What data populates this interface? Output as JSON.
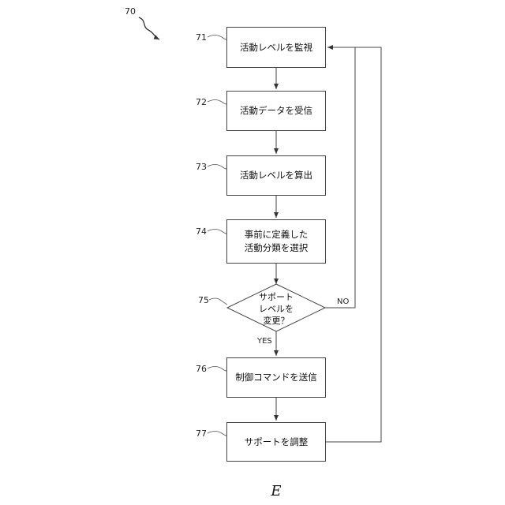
{
  "figure": {
    "ref": "70",
    "caption": "E"
  },
  "steps": [
    {
      "ref": "71",
      "lines": [
        "活動レベルを監視"
      ]
    },
    {
      "ref": "72",
      "lines": [
        "活動データを受信"
      ]
    },
    {
      "ref": "73",
      "lines": [
        "活動レベルを算出"
      ]
    },
    {
      "ref": "74",
      "lines": [
        "事前に定義した",
        "活動分類を選択"
      ]
    },
    {
      "ref": "76",
      "lines": [
        "制御コマンドを送信"
      ]
    },
    {
      "ref": "77",
      "lines": [
        "サポートを調整"
      ]
    }
  ],
  "decision": {
    "ref": "75",
    "lines": [
      "サポート",
      "レベルを",
      "変更？"
    ],
    "yes_label": "YES",
    "no_label": "NO"
  }
}
